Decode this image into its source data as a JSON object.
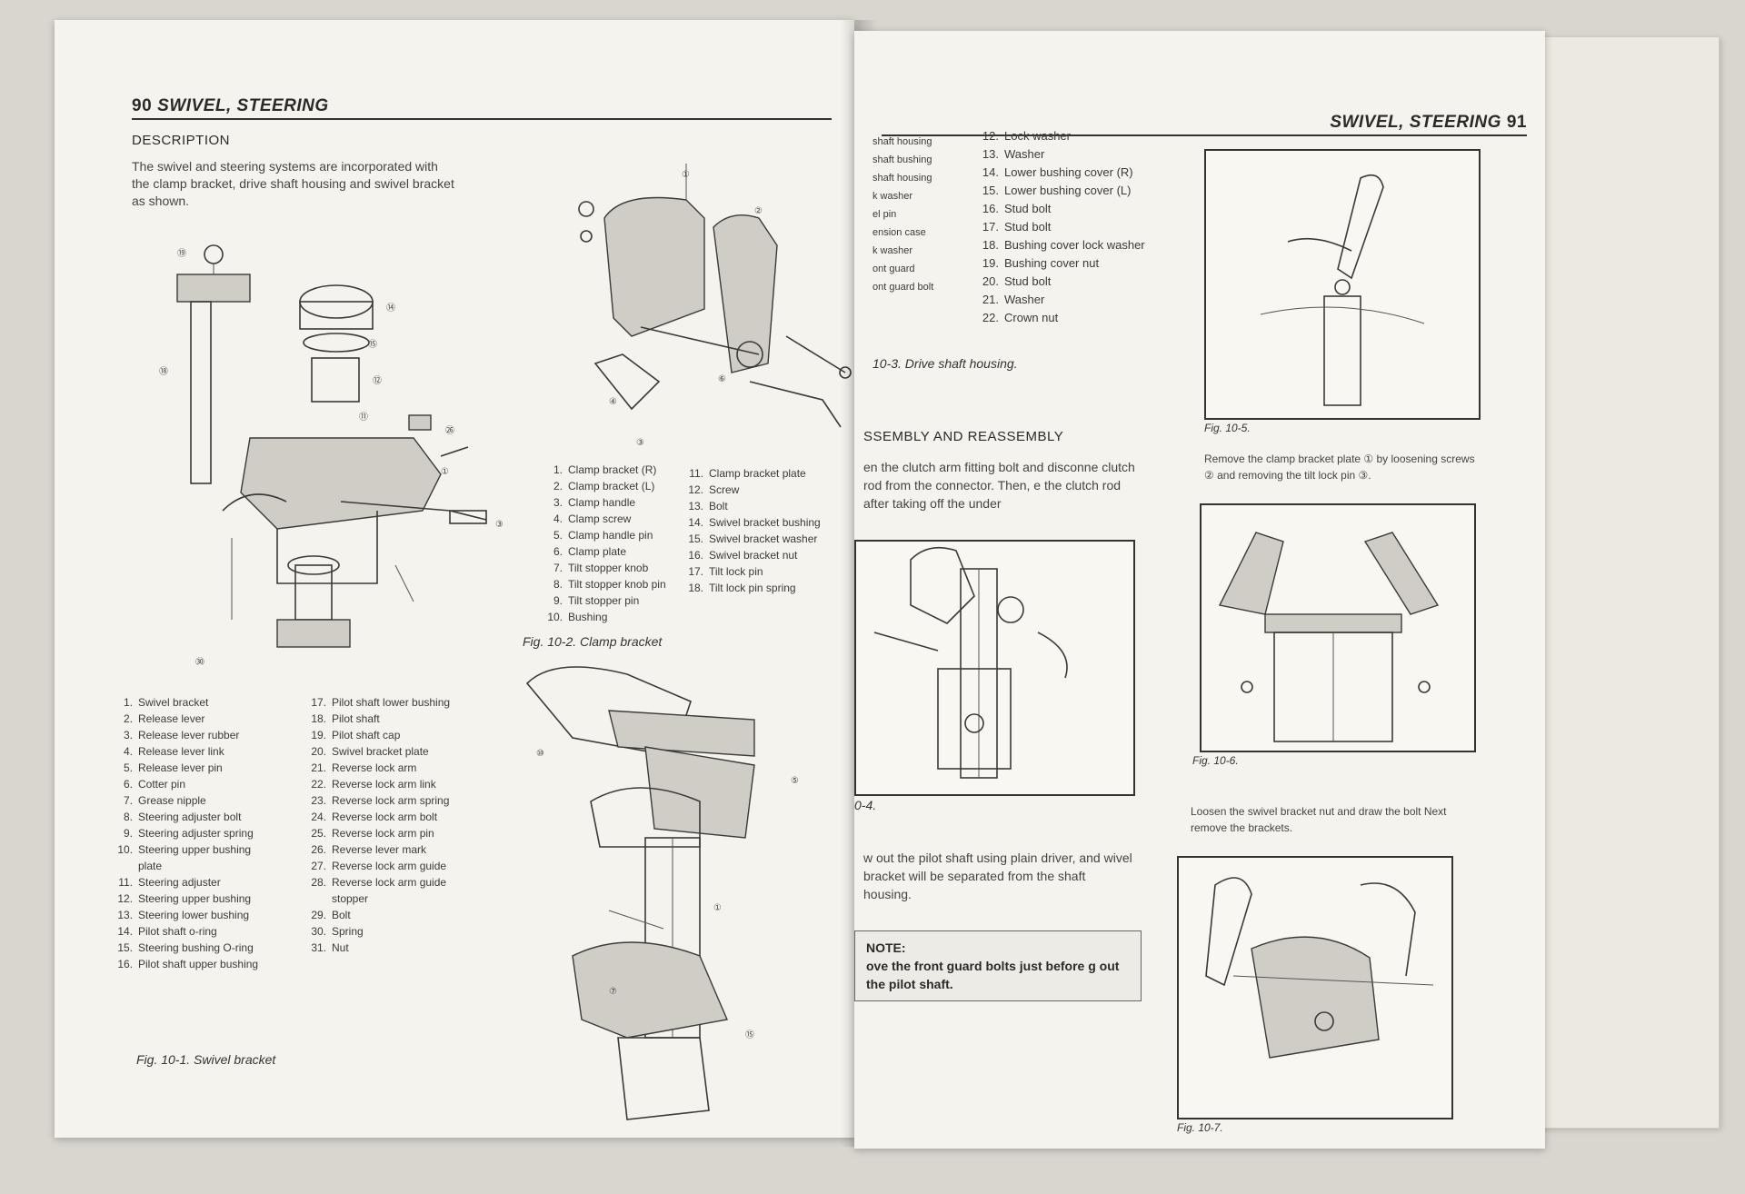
{
  "left_page": {
    "page_number": "90",
    "header_title": "SWIVEL, STEERING",
    "section_title": "DESCRIPTION",
    "description": "The swivel and steering systems are incorporated with the clamp bracket, drive shaft housing and swivel bracket as shown.",
    "swivel_parts_col1": [
      {
        "n": "1.",
        "label": "Swivel bracket"
      },
      {
        "n": "2.",
        "label": "Release lever"
      },
      {
        "n": "3.",
        "label": "Release lever rubber"
      },
      {
        "n": "4.",
        "label": "Release lever link"
      },
      {
        "n": "5.",
        "label": "Release lever pin"
      },
      {
        "n": "6.",
        "label": "Cotter pin"
      },
      {
        "n": "7.",
        "label": "Grease nipple"
      },
      {
        "n": "8.",
        "label": "Steering adjuster bolt"
      },
      {
        "n": "9.",
        "label": "Steering adjuster spring"
      },
      {
        "n": "10.",
        "label": "Steering upper bushing plate"
      },
      {
        "n": "11.",
        "label": "Steering adjuster"
      },
      {
        "n": "12.",
        "label": "Steering upper bushing"
      },
      {
        "n": "13.",
        "label": "Steering lower bushing"
      },
      {
        "n": "14.",
        "label": "Pilot shaft o-ring"
      },
      {
        "n": "15.",
        "label": "Steering bushing O-ring"
      },
      {
        "n": "16.",
        "label": "Pilot shaft upper bushing"
      }
    ],
    "swivel_parts_col2": [
      {
        "n": "17.",
        "label": "Pilot shaft lower bushing"
      },
      {
        "n": "18.",
        "label": "Pilot shaft"
      },
      {
        "n": "19.",
        "label": "Pilot shaft cap"
      },
      {
        "n": "20.",
        "label": "Swivel bracket plate"
      },
      {
        "n": "21.",
        "label": "Reverse lock arm"
      },
      {
        "n": "22.",
        "label": "Reverse lock arm link"
      },
      {
        "n": "23.",
        "label": "Reverse lock arm spring"
      },
      {
        "n": "24.",
        "label": "Reverse lock arm bolt"
      },
      {
        "n": "25.",
        "label": "Reverse lock arm pin"
      },
      {
        "n": "26.",
        "label": "Reverse lever mark"
      },
      {
        "n": "27.",
        "label": "Reverse lock arm guide"
      },
      {
        "n": "28.",
        "label": "Reverse lock arm guide stopper"
      },
      {
        "n": "29.",
        "label": "Bolt"
      },
      {
        "n": "30.",
        "label": "Spring"
      },
      {
        "n": "31.",
        "label": "Nut"
      }
    ],
    "fig1_caption": "Fig. 10-1. Swivel bracket",
    "clamp_parts_col1": [
      {
        "n": "1.",
        "label": "Clamp bracket (R)"
      },
      {
        "n": "2.",
        "label": "Clamp bracket (L)"
      },
      {
        "n": "3.",
        "label": "Clamp handle"
      },
      {
        "n": "4.",
        "label": "Clamp screw"
      },
      {
        "n": "5.",
        "label": "Clamp handle pin"
      },
      {
        "n": "6.",
        "label": "Clamp plate"
      },
      {
        "n": "7.",
        "label": "Tilt stopper knob"
      },
      {
        "n": "8.",
        "label": "Tilt stopper knob pin"
      },
      {
        "n": "9.",
        "label": "Tilt stopper pin"
      },
      {
        "n": "10.",
        "label": "Bushing"
      }
    ],
    "clamp_parts_col2": [
      {
        "n": "11.",
        "label": "Clamp bracket plate"
      },
      {
        "n": "12.",
        "label": "Screw"
      },
      {
        "n": "13.",
        "label": "Bolt"
      },
      {
        "n": "14.",
        "label": "Swivel bracket bushing"
      },
      {
        "n": "15.",
        "label": "Swivel bracket washer"
      },
      {
        "n": "16.",
        "label": "Swivel bracket nut"
      },
      {
        "n": "17.",
        "label": "Tilt lock pin"
      },
      {
        "n": "18.",
        "label": "Tilt lock pin spring"
      }
    ],
    "fig2_caption": "Fig. 10-2. Clamp bracket"
  },
  "right_page": {
    "page_number": "91",
    "header_title": "SWIVEL, STEERING",
    "drive_parts_col1": [
      "shaft housing",
      "shaft bushing",
      "shaft housing",
      "",
      "k washer",
      "el pin",
      "ension case",
      "",
      "k washer",
      "ont guard",
      "ont guard bolt"
    ],
    "drive_parts_col2": [
      {
        "n": "12.",
        "label": "Lock washer"
      },
      {
        "n": "13.",
        "label": "Washer"
      },
      {
        "n": "14.",
        "label": "Lower bushing cover (R)"
      },
      {
        "n": "15.",
        "label": "Lower bushing cover (L)"
      },
      {
        "n": "16.",
        "label": "Stud bolt"
      },
      {
        "n": "17.",
        "label": "Stud bolt"
      },
      {
        "n": "18.",
        "label": "Bushing cover lock washer"
      },
      {
        "n": "19.",
        "label": "Bushing cover nut"
      },
      {
        "n": "20.",
        "label": "Stud bolt"
      },
      {
        "n": "21.",
        "label": "Washer"
      },
      {
        "n": "22.",
        "label": "Crown nut"
      }
    ],
    "fig3_caption": "10-3. Drive shaft housing.",
    "section_title": "SSEMBLY AND REASSEMBLY",
    "para1": "en the clutch arm fitting bolt and disconne clutch rod from the connector. Then, e the clutch rod after taking off the under",
    "fig4_caption": "0-4.",
    "para2": "w out the pilot shaft using plain driver, and wivel bracket will be separated from the shaft housing.",
    "note_label": "NOTE:",
    "note_text": "ove the front guard bolts just before g out the pilot shaft.",
    "fig5_caption": "Fig. 10-5.",
    "text5": "Remove the clamp bracket plate ① by loosening screws ② and removing the tilt lock pin ③.",
    "fig6_caption": "Fig. 10-6.",
    "text6": "Loosen the swivel bracket nut and draw the bolt Next remove the brackets.",
    "fig7_caption": "Fig. 10-7."
  }
}
